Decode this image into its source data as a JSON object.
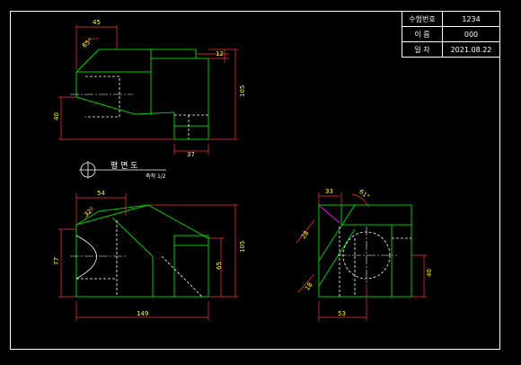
{
  "title_block": {
    "rows": [
      {
        "label": "수험번호",
        "value": "1234"
      },
      {
        "label": "이 름",
        "value": "000"
      },
      {
        "label": "일 자",
        "value": "2021.08.22"
      }
    ]
  },
  "view_label": {
    "title": "평 면 도",
    "scale": "축척 1/2"
  },
  "dimensions": {
    "top": {
      "width_45": "45",
      "angle_65": "65°",
      "dim_12": "12",
      "height_105": "105",
      "height_40": "40",
      "width_37": "37"
    },
    "front": {
      "width_54": "54",
      "angle_32": "32°",
      "height_77": "77",
      "height_65": "65",
      "height_105": "105",
      "width_149": "149"
    },
    "side": {
      "width_33": "33",
      "angle_61": "61°",
      "dim_28": "28",
      "dim_18": "18",
      "height_40": "40",
      "width_53": "53"
    }
  },
  "colors": {
    "background": "#000000",
    "frame": "#ffffff",
    "outline": "#00cc00",
    "dimension": "#ff3333",
    "dim_text": "#ffff00",
    "hidden": "#ffffff",
    "center": "#ffffff",
    "magenta": "#ff00ff"
  }
}
